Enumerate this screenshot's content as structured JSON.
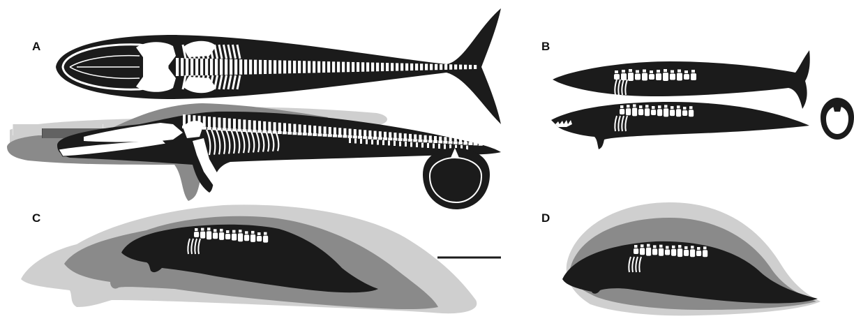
{
  "panels": [
    {
      "label": "A"
    },
    {
      "label": "B"
    },
    {
      "label": "C"
    },
    {
      "label": "D"
    }
  ],
  "colors": {
    "body": "#1b1b1b",
    "bone": "#ffffff",
    "halo_dark": "#8a8a8a",
    "halo_light": "#cfcfcf",
    "background": "#ffffff"
  },
  "icons": [
    "whale-skeleton-dorsal-icon",
    "whale-skeleton-lateral-icon",
    "body-cross-section-icon",
    "scale-bar-icon"
  ]
}
